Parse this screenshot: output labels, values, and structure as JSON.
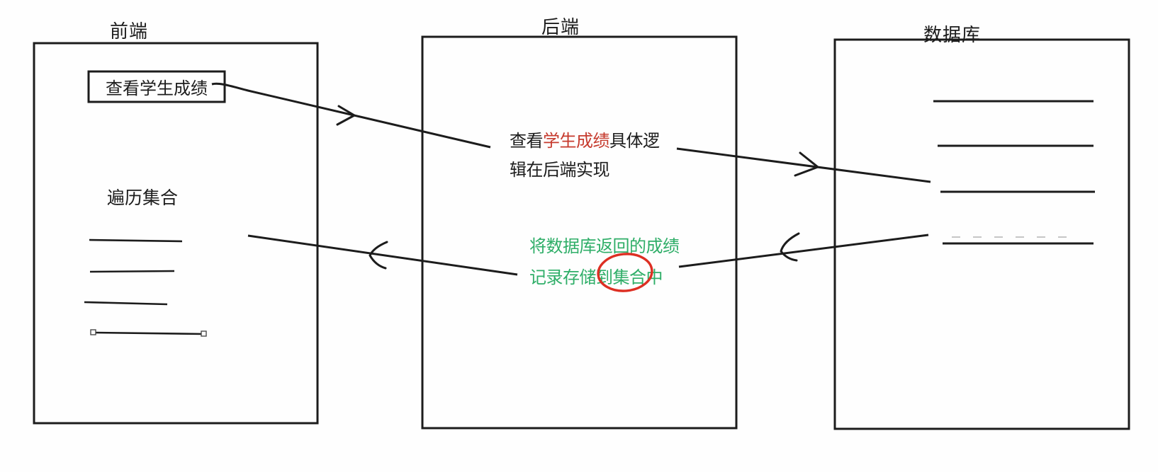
{
  "colors": {
    "ink": "#1c1c1c",
    "highlight_red": "#c63b2e",
    "note_green": "#2fae68",
    "annotation_red": "#dd2f23"
  },
  "frontend": {
    "label": "前端",
    "view_grades_button": "查看学生成绩",
    "iterate_note": "遍历集合"
  },
  "backend": {
    "label": "后端",
    "request_note": {
      "line1_prefix": "查看",
      "line1_highlight": "学生成绩",
      "line1_suffix": "具体逻",
      "line2": "辑在后端实现"
    },
    "response_note": {
      "line1": "将数据库返回的成绩",
      "line2": "记录存储到集合中",
      "circled_words": "集合"
    }
  },
  "database": {
    "label": "数据库"
  }
}
